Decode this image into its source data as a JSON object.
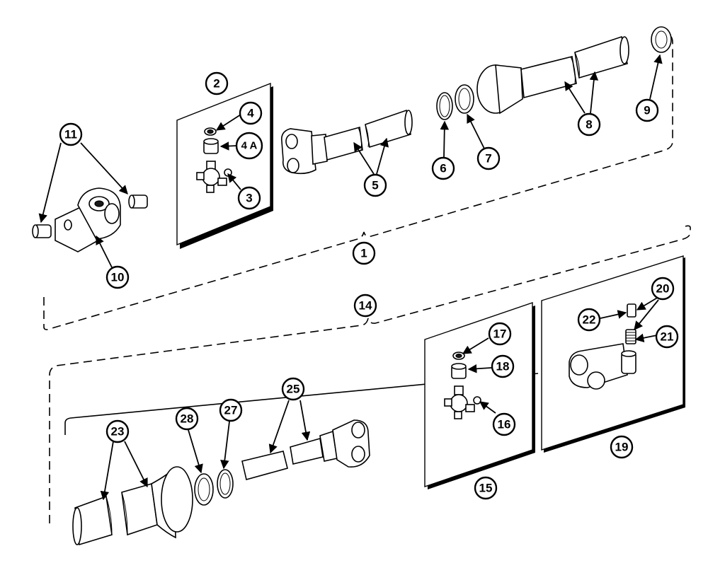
{
  "callouts": {
    "c1": "1",
    "c2": "2",
    "c3": "3",
    "c4": "4",
    "c4a": "4 A",
    "c5": "5",
    "c6": "6",
    "c7": "7",
    "c8": "8",
    "c9": "9",
    "c10": "10",
    "c11": "11",
    "c14": "14",
    "c15": "15",
    "c16": "16",
    "c17": "17",
    "c18": "18",
    "c19": "19",
    "c20": "20",
    "c21": "21",
    "c22": "22",
    "c23": "23",
    "c25": "25",
    "c27": "27",
    "c28": "28"
  },
  "colors": {
    "line": "#000000",
    "background": "#ffffff"
  }
}
